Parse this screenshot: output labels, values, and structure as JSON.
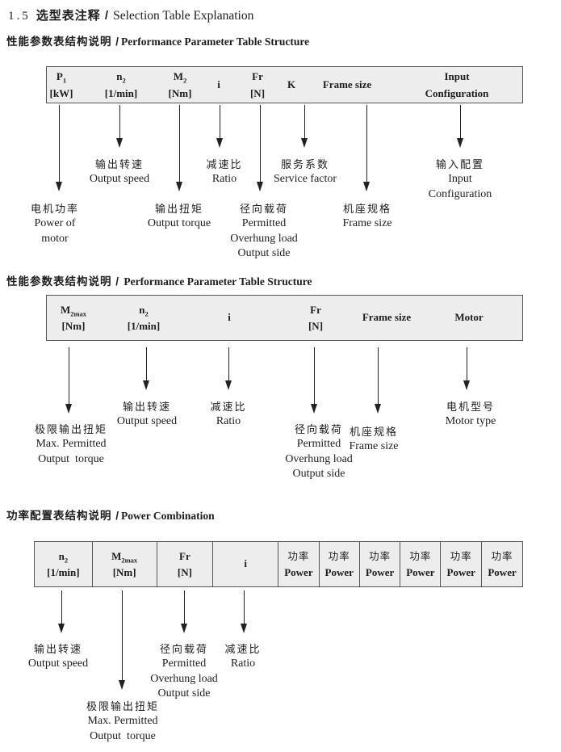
{
  "page": {
    "number_label": "1.5",
    "title_zh": "选型表注释 /",
    "title_en": "Selection Table Explanation"
  },
  "section1": {
    "heading_zh": "性能参数表结构说明 /",
    "heading_en": "Performance Parameter Table Structure",
    "columns": [
      {
        "sym": "P",
        "sub": "1",
        "unit": "[kW]"
      },
      {
        "sym": "n",
        "sub": "2",
        "unit": "[1/min]"
      },
      {
        "sym": "M",
        "sub": "2",
        "unit": "[Nm]"
      },
      {
        "sym": "i",
        "sub": "",
        "unit": ""
      },
      {
        "sym": "Fr",
        "sub": "",
        "unit": "[N]"
      },
      {
        "sym": "K",
        "sub": "",
        "unit": ""
      },
      {
        "sym": "Frame size",
        "sub": "",
        "unit": ""
      },
      {
        "sym": "Input",
        "sub": "",
        "unit": "Configuration"
      }
    ],
    "labels": [
      {
        "zh": "输出转速",
        "en": "Output speed"
      },
      {
        "zh": "减速比",
        "en": "Ratio"
      },
      {
        "zh": "服务系数",
        "en": "Service factor"
      },
      {
        "zh": "输入配置",
        "en": "Input\nConfiguration"
      },
      {
        "zh": "电机功率",
        "en": "Power of\nmotor"
      },
      {
        "zh": "输出扭矩",
        "en": "Output torque"
      },
      {
        "zh": "径向载荷",
        "en": "Permitted\nOverhung load\nOutput side"
      },
      {
        "zh": "机座规格",
        "en": "Frame size"
      }
    ]
  },
  "section2": {
    "heading_zh": "性能参数表结构说明 /",
    "heading_en": "Performance Parameter Table Structure",
    "columns": [
      {
        "sym": "M",
        "sub": "2max",
        "unit": "[Nm]"
      },
      {
        "sym": "n",
        "sub": "2",
        "unit": "[1/min]"
      },
      {
        "sym": "i",
        "sub": "",
        "unit": ""
      },
      {
        "sym": "Fr",
        "sub": "",
        "unit": "[N]"
      },
      {
        "sym": "Frame size",
        "sub": "",
        "unit": ""
      },
      {
        "sym": "Motor",
        "sub": "",
        "unit": ""
      }
    ],
    "labels": [
      {
        "zh": "输出转速",
        "en": "Output speed"
      },
      {
        "zh": "减速比",
        "en": "Ratio"
      },
      {
        "zh": "电机型号",
        "en": "Motor type"
      },
      {
        "zh": "极限输出扭矩",
        "en": "Max. Permitted\nOutput  torque"
      },
      {
        "zh": "径向载荷",
        "en": "Permitted\nOverhung load\nOutput side"
      },
      {
        "zh": "机座规格",
        "en": "Frame size"
      }
    ]
  },
  "section3": {
    "heading_zh": "功率配置表结构说明 /",
    "heading_en": "Power Combination",
    "columns": [
      {
        "sym": "n",
        "sub": "2",
        "unit": "[1/min]"
      },
      {
        "sym": "M",
        "sub": "2max",
        "unit": "[Nm]"
      },
      {
        "sym": "Fr",
        "sub": "",
        "unit": "[N]"
      },
      {
        "sym": "i",
        "sub": "",
        "unit": ""
      }
    ],
    "power_cells": [
      {
        "zh": "功率",
        "en": "Power"
      },
      {
        "zh": "功率",
        "en": "Power"
      },
      {
        "zh": "功率",
        "en": "Power"
      },
      {
        "zh": "功率",
        "en": "Power"
      },
      {
        "zh": "功率",
        "en": "Power"
      },
      {
        "zh": "功率",
        "en": "Power"
      }
    ],
    "labels": [
      {
        "zh": "输出转速",
        "en": "Output speed"
      },
      {
        "zh": "径向载荷",
        "en": "Permitted\nOverhung load\nOutput side"
      },
      {
        "zh": "减速比",
        "en": "Ratio"
      },
      {
        "zh": "极限输出扭矩",
        "en": "Max. Permitted\nOutput  torque"
      }
    ]
  }
}
